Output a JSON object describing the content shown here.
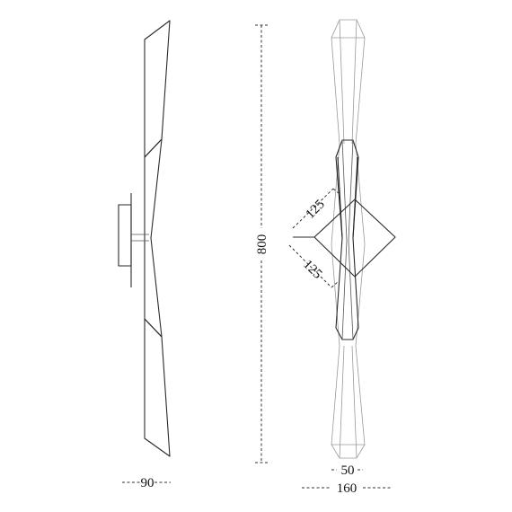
{
  "dimensions": {
    "height": "800",
    "side_depth": "90",
    "front_body_width": "50",
    "front_total_width": "160",
    "diagonal_upper": "125",
    "diagonal_lower": "125"
  }
}
